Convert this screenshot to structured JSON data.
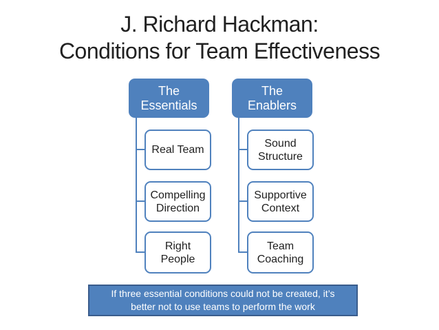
{
  "title": {
    "line1": "J. Richard Hackman:",
    "line2": "Conditions for Team Effectiveness"
  },
  "diagram": {
    "columns": [
      {
        "header": "The Essentials",
        "header_lines": [
          "The",
          "Essentials"
        ],
        "items": [
          {
            "text": "Real Team",
            "lines": [
              "Real Team"
            ]
          },
          {
            "text": "Compelling Direction",
            "lines": [
              "Compelling",
              "Direction"
            ]
          },
          {
            "text": "Right People",
            "lines": [
              "Right",
              "People"
            ]
          }
        ]
      },
      {
        "header": "The Enablers",
        "header_lines": [
          "The",
          "Enablers"
        ],
        "items": [
          {
            "text": "Sound Structure",
            "lines": [
              "Sound",
              "Structure"
            ]
          },
          {
            "text": "Supportive Context",
            "lines": [
              "Supportive",
              "Context"
            ]
          },
          {
            "text": "Team Coaching",
            "lines": [
              "Team",
              "Coaching"
            ]
          }
        ]
      }
    ]
  },
  "note": {
    "line1": "If three essential conditions could not be created, it’s",
    "line2": "better not to use teams to perform the work"
  },
  "colors": {
    "accent_blue": "#4f81bd",
    "note_border": "#3a5c8c",
    "title_text": "#212121",
    "box_text": "#1f1f1f",
    "header_text": "#ffffff",
    "background": "#ffffff"
  }
}
